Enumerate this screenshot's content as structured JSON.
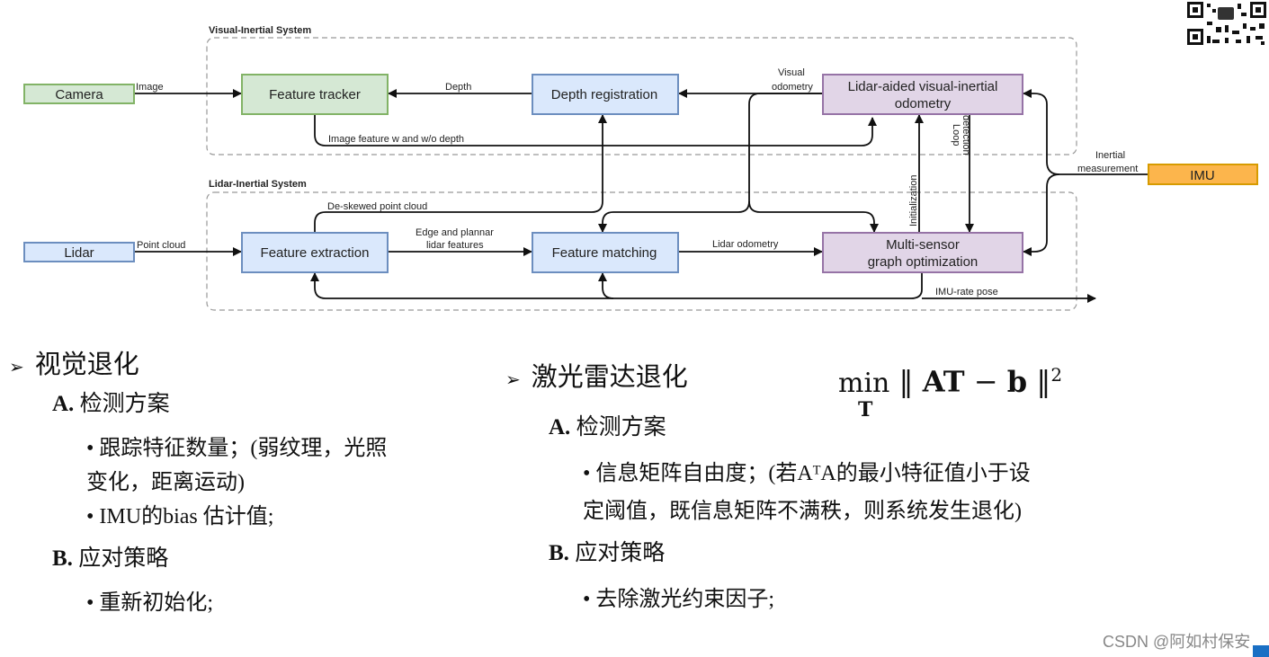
{
  "diagram": {
    "visual_inertial_title": "Visual-Inertial System",
    "lidar_inertial_title": "Lidar-Inertial System",
    "nodes": {
      "camera": "Camera",
      "lidar": "Lidar",
      "imu": "IMU",
      "feature_tracker": "Feature tracker",
      "depth_registration": "Depth registration",
      "lvio_line1": "Lidar-aided visual-inertial",
      "lvio_line2": "odometry",
      "feature_extraction": "Feature extraction",
      "feature_matching": "Feature matching",
      "msgo_line1": "Multi-sensor",
      "msgo_line2": "graph optimization"
    },
    "edges": {
      "image": "Image",
      "depth": "Depth",
      "visual_odometry_1": "Visual",
      "visual_odometry_2": "odometry",
      "image_feature": "Image feature w and w/o depth",
      "loop_1": "Loop",
      "loop_2": "detection",
      "initialization": "Initialization",
      "inertial_1": "Inertial",
      "inertial_2": "measurement",
      "point_cloud": "Point cloud",
      "deskewed": "De-skewed point cloud",
      "edge_features_1": "Edge and plannar",
      "edge_features_2": "lidar features",
      "lidar_odometry": "Lidar odometry",
      "imu_rate_pose": "IMU-rate pose"
    },
    "colors": {
      "green_fill": "#d5e8d4",
      "green_stroke": "#82b366",
      "blue_fill": "#dae8fc",
      "blue_stroke": "#6c8ebf",
      "purple_fill": "#e1d5e7",
      "purple_stroke": "#9673a6",
      "orange_fill": "#fcb54c",
      "orange_stroke": "#d79b00"
    }
  },
  "notes": {
    "left": {
      "title": "视觉退化",
      "a_label": "A.",
      "a_title": "检测方案",
      "a_item1_line1": "• 跟踪特征数量；(弱纹理，光照",
      "a_item1_line2": "变化，距离运动)",
      "a_item2": "• IMU的bias 估计值;",
      "b_label": "B.",
      "b_title": "应对策略",
      "b_item1": "• 重新初始化;"
    },
    "right": {
      "title": "激光雷达退化",
      "a_label": "A.",
      "a_title": "检测方案",
      "a_item1_line1": "• 信息矩阵自由度；(若AᵀA的最小特征值小于设",
      "a_item1_line2": "定阈值，既信息矩阵不满秩，则系统发生退化)",
      "b_label": "B.",
      "b_title": "应对策略",
      "b_item1": "• 去除激光约束因子;"
    },
    "formula": {
      "min": "min",
      "sub": "T",
      "left_norm": "‖",
      "expr_a": "AT",
      "minus": "−",
      "expr_b": "b",
      "right_norm": "‖",
      "power": "2"
    }
  },
  "watermark": "CSDN @阿如村保安"
}
